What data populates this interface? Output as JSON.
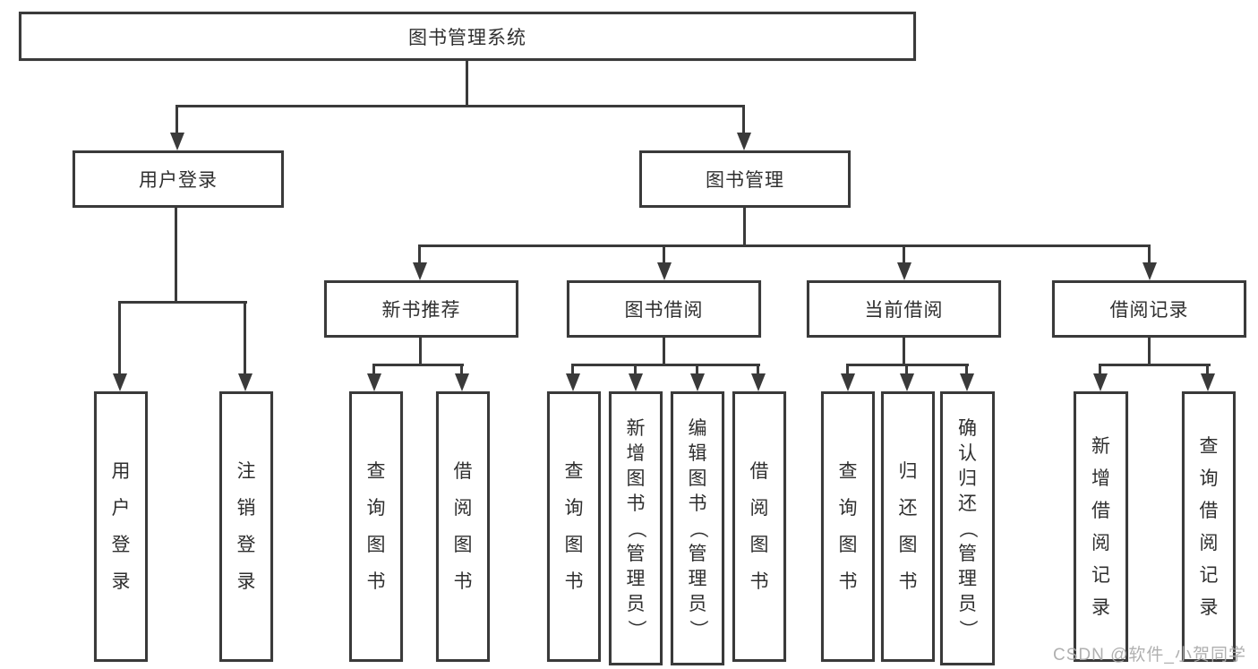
{
  "diagram": {
    "colors": {
      "line": "#3a3a3a",
      "text": "#2f2f2f",
      "box_bg": "#ffffff",
      "watermark": "#aaaaaa"
    },
    "nodes": {
      "root": {
        "label": "图书管理系统"
      },
      "user_login": {
        "label": "用户登录"
      },
      "book_mgmt": {
        "label": "图书管理"
      },
      "new_books": {
        "label": "新书推荐"
      },
      "book_borrow": {
        "label": "图书借阅"
      },
      "current_borrow": {
        "label": "当前借阅"
      },
      "borrow_records": {
        "label": "借阅记录"
      },
      "leaf_user_login": {
        "label": "用户登录"
      },
      "leaf_logout": {
        "label": "注销登录"
      },
      "leaf_nb_query": {
        "label": "查询图书"
      },
      "leaf_nb_borrow": {
        "label": "借阅图书"
      },
      "leaf_bb_query": {
        "label": "查询图书"
      },
      "leaf_bb_add": {
        "label": "新增图书（管理员）"
      },
      "leaf_bb_edit": {
        "label": "编辑图书（管理员）"
      },
      "leaf_bb_borrow": {
        "label": "借阅图书"
      },
      "leaf_cb_query": {
        "label": "查询图书"
      },
      "leaf_cb_return": {
        "label": "归还图书"
      },
      "leaf_cb_confirm": {
        "label": "确认归还（管理员）"
      },
      "leaf_br_add": {
        "label": "新增借阅记录"
      },
      "leaf_br_query": {
        "label": "查询借阅记录"
      }
    },
    "watermark": "CSDN @软件_小贺同学"
  }
}
